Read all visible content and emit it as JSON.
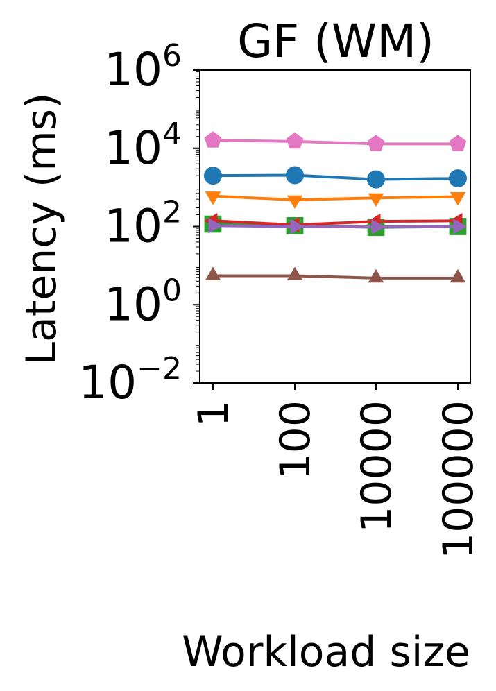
{
  "chart_data": {
    "type": "line",
    "title": "GF (WM)",
    "xlabel": "Workload size",
    "ylabel": "Latency (ms)",
    "x_categories": [
      "1",
      "100",
      "10000",
      "100000"
    ],
    "y_scale": "log",
    "ylim": [
      0.01,
      1000000
    ],
    "y_ticks": [
      {
        "base": "10",
        "exp": "−2",
        "value": 0.01
      },
      {
        "base": "10",
        "exp": "0",
        "value": 1
      },
      {
        "base": "10",
        "exp": "2",
        "value": 100
      },
      {
        "base": "10",
        "exp": "4",
        "value": 10000
      },
      {
        "base": "10",
        "exp": "6",
        "value": 1000000
      }
    ],
    "grid": false,
    "legend": "none",
    "series": [
      {
        "color": "#e377c2",
        "marker": "pentagon",
        "values": [
          16000,
          15000,
          13000,
          13000
        ]
      },
      {
        "color": "#1f77b4",
        "marker": "circle",
        "values": [
          2000,
          2050,
          1600,
          1700
        ]
      },
      {
        "color": "#ff7f0e",
        "marker": "triangle-down",
        "values": [
          600,
          480,
          540,
          580
        ]
      },
      {
        "color": "#2ca02c",
        "marker": "square",
        "values": [
          115,
          105,
          95,
          100
        ]
      },
      {
        "color": "#d62728",
        "marker": "triangle-left",
        "values": [
          140,
          110,
          135,
          140
        ]
      },
      {
        "color": "#9467bd",
        "marker": "triangle-right",
        "values": [
          105,
          100,
          98,
          100
        ]
      },
      {
        "color": "#8c564b",
        "marker": "triangle-up",
        "values": [
          5.5,
          5.5,
          4.8,
          4.8
        ]
      }
    ]
  }
}
